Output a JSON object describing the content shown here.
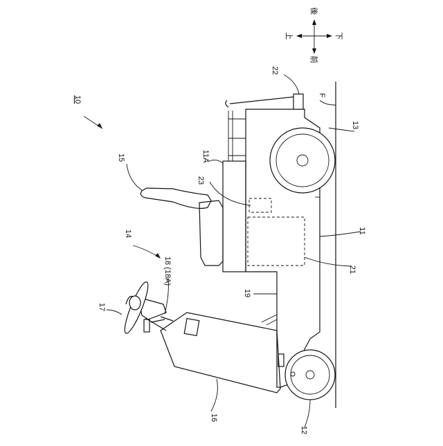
{
  "figure": {
    "refs": {
      "vehicle": "10",
      "body": "11",
      "body_sub": "11A",
      "front_wheel": "12",
      "rear_wheel": "13",
      "operation_unit": "14",
      "seat": "15",
      "front_cover": "16",
      "steering_wheel": "17",
      "lever": "18 (18A)",
      "floor_panel": "19",
      "floor": "F",
      "battery": "21",
      "rail": "22",
      "controller": "23"
    },
    "directions": {
      "up": "上",
      "down": "下",
      "front": "前",
      "back": "後"
    }
  }
}
